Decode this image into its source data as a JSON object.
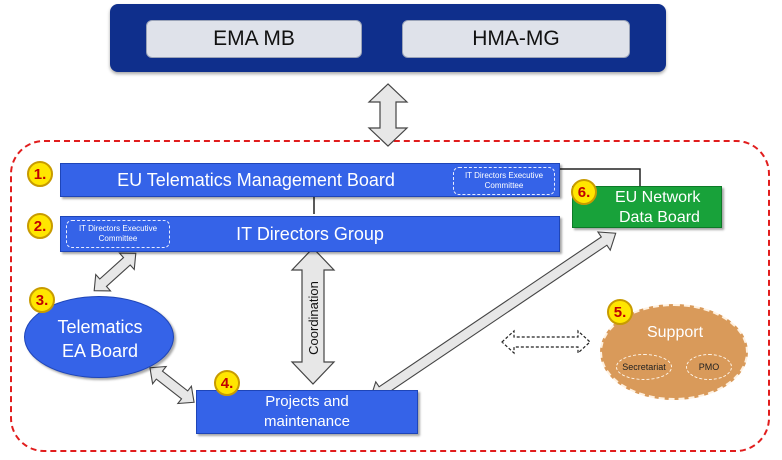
{
  "top": {
    "left_label": "EMA MB",
    "right_label": "HMA-MG"
  },
  "boards": {
    "management": {
      "number": "1.",
      "title": "EU Telematics Management Board",
      "committee": "IT Directors Executive Committee"
    },
    "it_directors": {
      "number": "2.",
      "title": "IT Directors Group",
      "committee": "IT Directors Executive Committee"
    },
    "ea_board": {
      "number": "3.",
      "line1": "Telematics",
      "line2": "EA Board"
    },
    "projects": {
      "number": "4.",
      "line1": "Projects and",
      "line2": "maintenance"
    },
    "support": {
      "number": "5.",
      "title": "Support",
      "secretariat": "Secretariat",
      "pmo": "PMO"
    },
    "network": {
      "number": "6.",
      "line1": "EU Network",
      "line2": "Data Board"
    }
  },
  "coordination_label": "Coordination",
  "colors": {
    "navy": "#0f2f8c",
    "blue": "#3563e8",
    "green": "#18a23a",
    "orange": "#d99a5a",
    "red_dash": "#e11d1d",
    "badge": "#ffe600"
  }
}
